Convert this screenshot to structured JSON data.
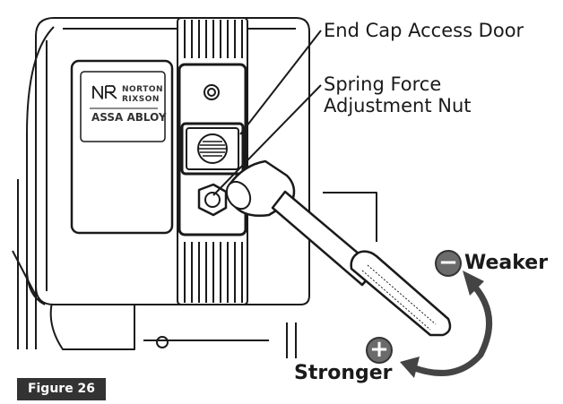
{
  "callouts": {
    "end_cap": "End Cap Access Door",
    "nut_line1": "Spring Force",
    "nut_line2": "Adjustment Nut"
  },
  "directions": {
    "weaker": "Weaker",
    "stronger": "Stronger",
    "minus_symbol": "−",
    "plus_symbol": "+"
  },
  "logo": {
    "brand_line1": "NORTON",
    "brand_line2": "RIXSON",
    "parent": "ASSA ABLOY"
  },
  "figure_label": "Figure 26",
  "colors": {
    "line": "#1a1a1a",
    "badge": "#6b6b6b",
    "label_bg": "#333333"
  }
}
